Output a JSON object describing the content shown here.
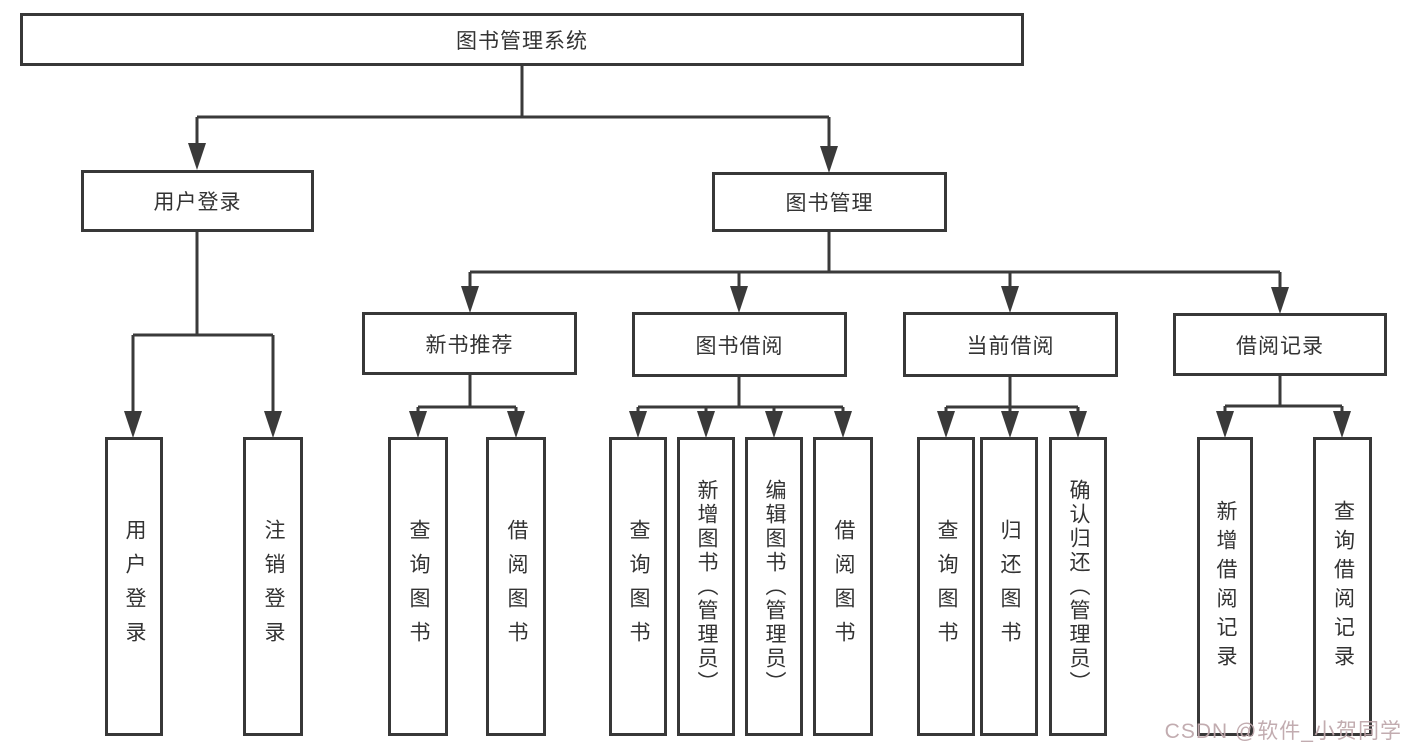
{
  "diagram": {
    "line_color": "#3a3a3a",
    "box_border_color": "#383838",
    "text_color": "#333333",
    "background": "#ffffff"
  },
  "tree": {
    "label": "图书管理系统",
    "children": [
      {
        "label": "用户登录",
        "children": [
          {
            "label": "用户登录"
          },
          {
            "label": "注销登录"
          }
        ]
      },
      {
        "label": "图书管理",
        "children": [
          {
            "label": "新书推荐",
            "children": [
              {
                "label": "查询图书"
              },
              {
                "label": "借阅图书"
              }
            ]
          },
          {
            "label": "图书借阅",
            "children": [
              {
                "label": "查询图书"
              },
              {
                "label": "新增图书（管理员）"
              },
              {
                "label": "编辑图书（管理员）"
              },
              {
                "label": "借阅图书"
              }
            ]
          },
          {
            "label": "当前借阅",
            "children": [
              {
                "label": "查询图书"
              },
              {
                "label": "归还图书"
              },
              {
                "label": "确认归还（管理员）"
              }
            ]
          },
          {
            "label": "借阅记录",
            "children": [
              {
                "label": "新增借阅记录"
              },
              {
                "label": "查询借阅记录"
              }
            ]
          }
        ]
      }
    ]
  },
  "watermark": {
    "text": "CSDN @软件_小贺同学",
    "color": "#bfa8ac"
  }
}
